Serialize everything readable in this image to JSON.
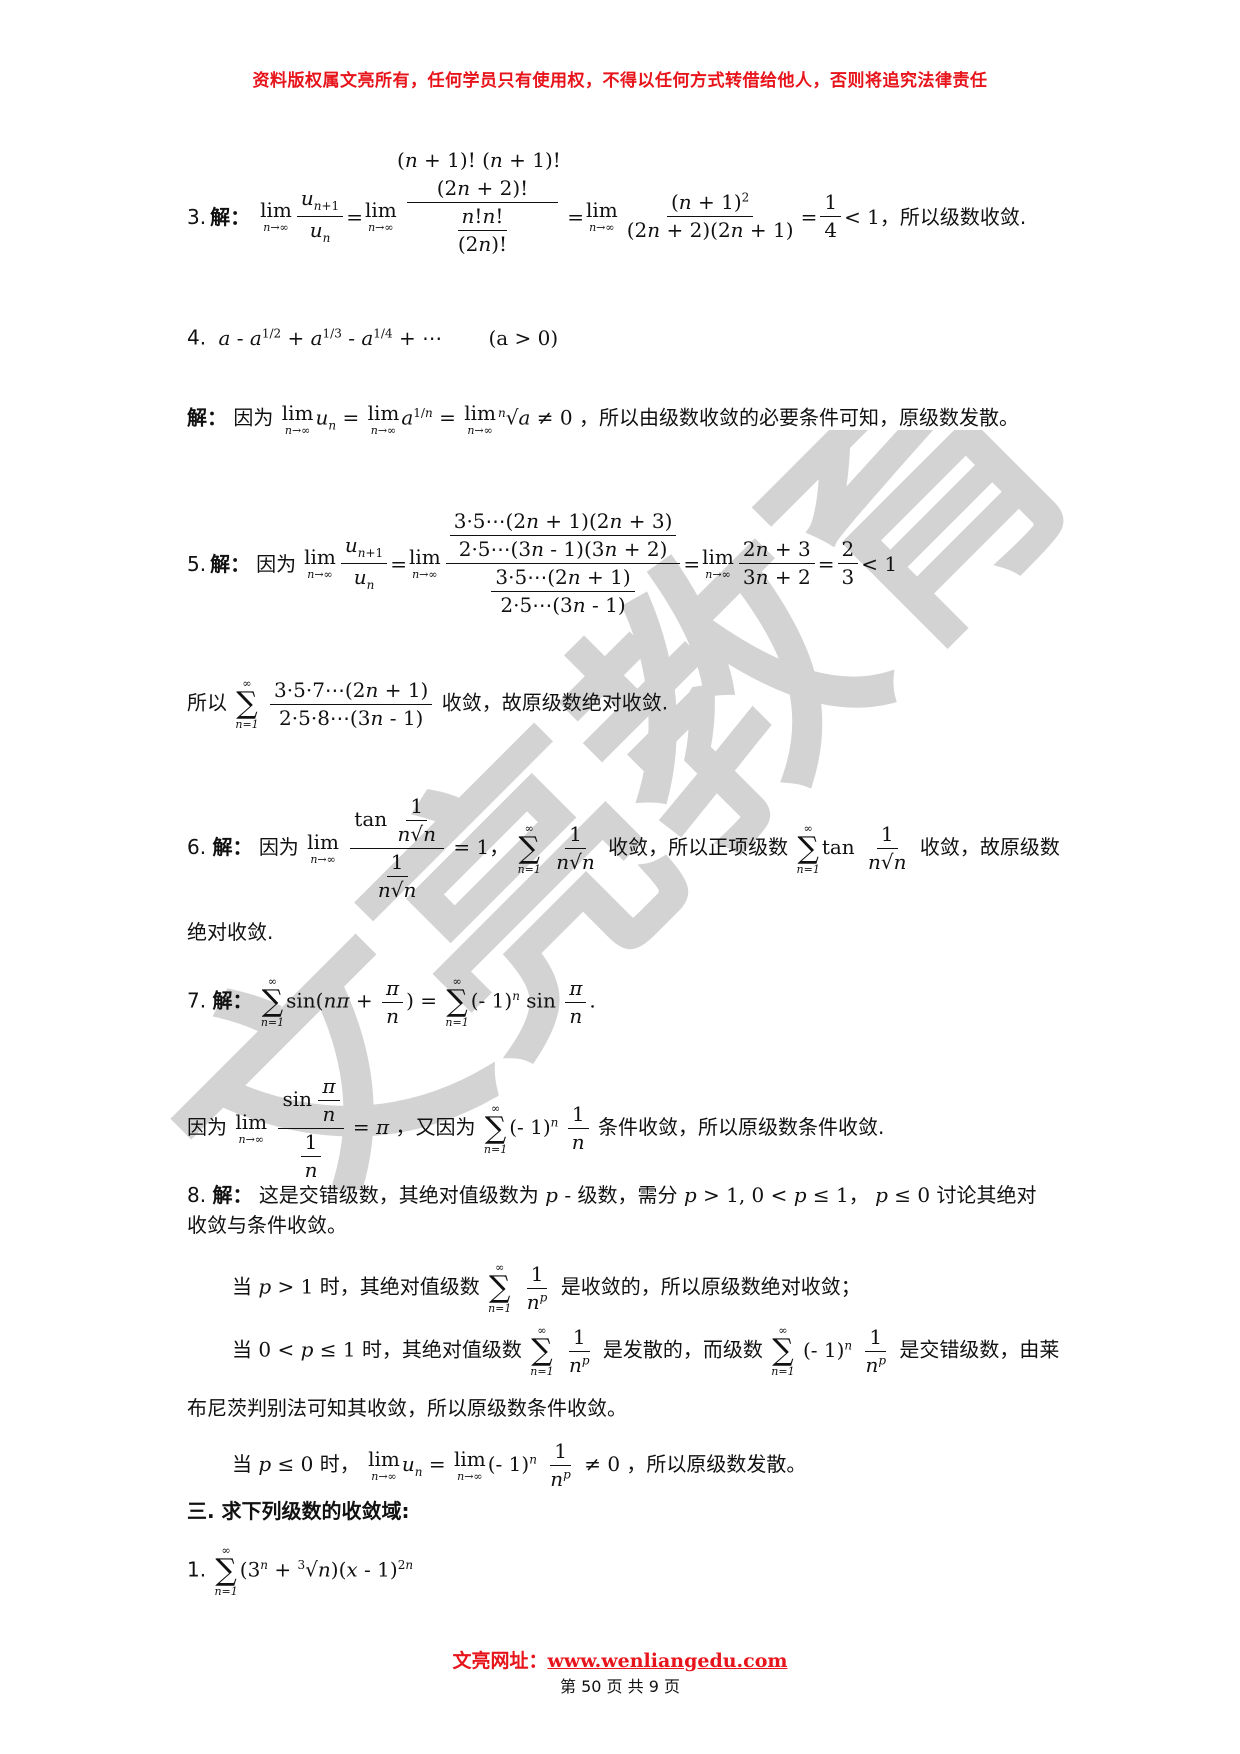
{
  "header": {
    "notice": "资料版权属文亮所有，任何学员只有使用权，不得以任何方式转借给他人，否则将追究法律责任"
  },
  "watermark": {
    "text": "文亮教育"
  },
  "p3": {
    "num": "3.",
    "label": "解：",
    "conclusion": "，所以级数收敛."
  },
  "p4": {
    "num": "4.",
    "cond": "(a > 0)"
  },
  "p4sol": {
    "label": "解：",
    "because": "因为",
    "conclusion": "，所以由级数收敛的必要条件可知，原级数发散。"
  },
  "p5": {
    "num": "5.",
    "label": "解：",
    "because": "因为"
  },
  "p5b": {
    "so": "所以",
    "conclusion": "收敛，故原级数绝对收敛."
  },
  "p6": {
    "num": "6.",
    "label": "解：",
    "because": "因为",
    "mid": "收敛，所以正项级数",
    "end": "收敛，故原级数",
    "cont": "绝对收敛."
  },
  "p7": {
    "num": "7.",
    "label": "解："
  },
  "p7b": {
    "because": "因为",
    "also": "，又因为",
    "conclusion": "条件收敛，所以原级数条件收敛."
  },
  "p8": {
    "num": "8.",
    "label": "解：",
    "line1a": "这是交错级数，其绝对值级数为",
    "line1b": "级数，需分",
    "line1c": "讨论其绝对",
    "line2": "收敛与条件收敛。",
    "case1a": "当",
    "case1b": "时，其绝对值级数",
    "case1c": "是收敛的，所以原级数绝对收敛；",
    "case2a": "当",
    "case2b": "时，其绝对值级数",
    "case2c": "是发散的，而级数",
    "case2d": "是交错级数，由莱",
    "case2e": "布尼茨判别法可知其收敛，所以原级数条件收敛。",
    "case3a": "当",
    "case3b": "时，",
    "case3c": "，所以原级数发散。"
  },
  "section3": {
    "title": "三. 求下列级数的收敛域:"
  },
  "q1": {
    "num": "1."
  },
  "footer": {
    "site_label": "文亮网址：",
    "site_url": "www.wenliangedu.com",
    "page": "第 50 页 共 9 页"
  }
}
